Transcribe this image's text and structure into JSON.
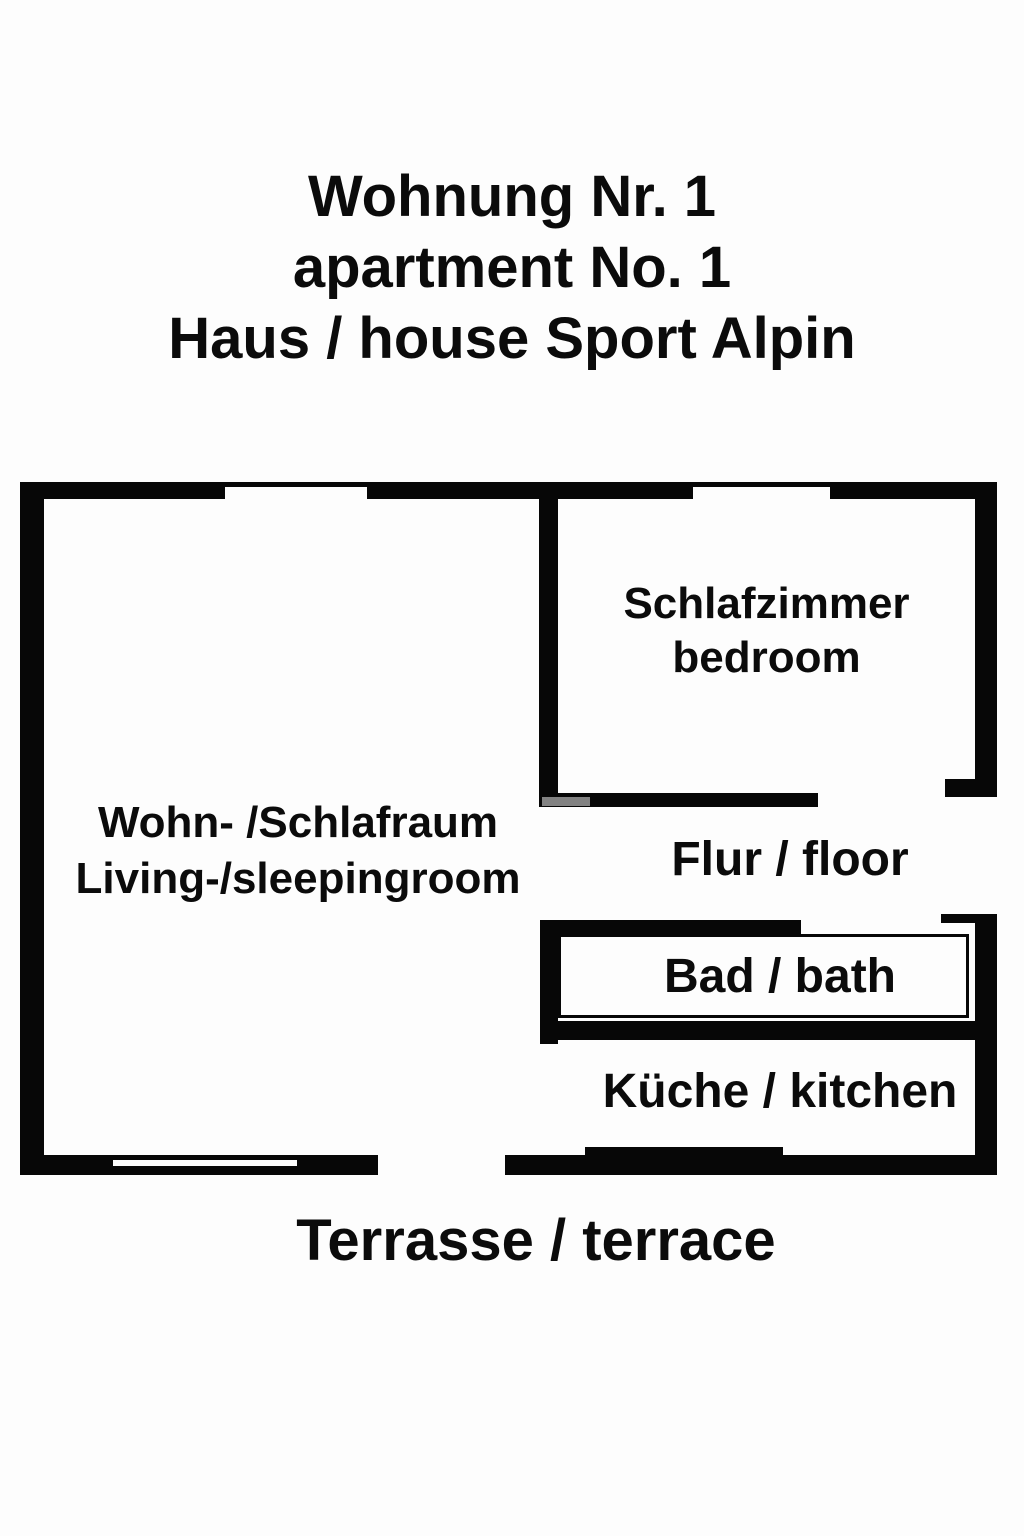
{
  "title": {
    "line1": "Wohnung Nr. 1",
    "line2": "apartment No. 1",
    "line3": "Haus / house Sport Alpin"
  },
  "rooms": {
    "living": {
      "name_de": "Wohn- /Schlafraum",
      "name_en": "Living-/sleepingroom"
    },
    "bedroom": {
      "name_de": "Schlafzimmer",
      "name_en": "bedroom"
    },
    "hall": {
      "label": "Flur / floor"
    },
    "bath": {
      "label": "Bad / bath"
    },
    "kitchen": {
      "label": "Küche / kitchen"
    }
  },
  "outside": {
    "terrace_label": "Terrasse / terrace"
  },
  "colors": {
    "wall": "#070707",
    "background": "#fdfdfd",
    "text": "#0b0b0b"
  }
}
